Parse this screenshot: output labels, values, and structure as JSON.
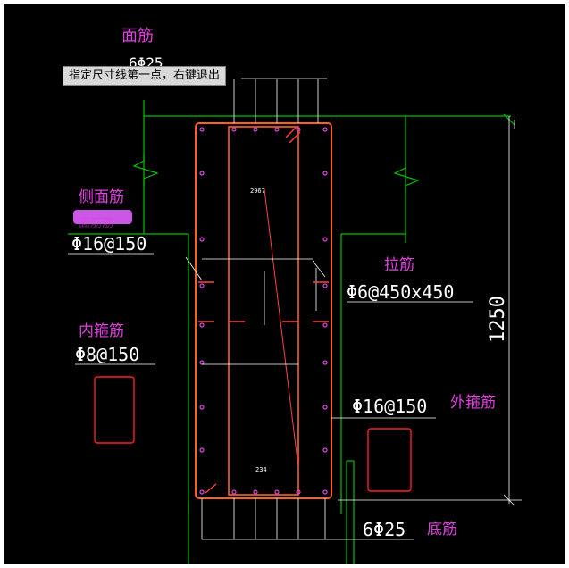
{
  "tooltip": {
    "prompt": "指定尺寸线第一点，右键退出"
  },
  "labels": {
    "face_rebar": "面筋",
    "side_rebar": "侧面筋",
    "side_rebar_obscured": "面筋筋",
    "tie_rebar": "拉筋",
    "inner_stirrup": "内箍筋",
    "outer_stirrup": "外箍筋",
    "bottom_rebar": "底筋"
  },
  "annotations": {
    "top_bars": "6Φ25",
    "side_spec": "Φ16@150",
    "tie_spec": "Φ6@450x450",
    "inner_spec": "Φ8@150",
    "outer_spec": "Φ16@150",
    "bottom_bars": "6Φ25",
    "height_dim": "1250",
    "small_top": "2967",
    "small_bottom": "234"
  },
  "colors": {
    "background": "#000000",
    "concrete": "#00c000",
    "rebar": "#ff6020",
    "dots": "#e040e0",
    "dimension": "#ffffff",
    "label": "#e040e0",
    "redbox": "#ff2020"
  }
}
